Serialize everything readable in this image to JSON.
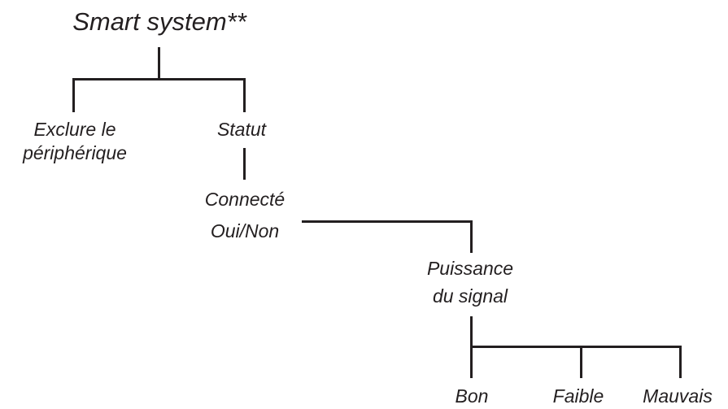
{
  "root": {
    "label": "Smart system**"
  },
  "level1": {
    "exclude": {
      "line1": "Exclure le",
      "line2": "périphérique"
    },
    "status": {
      "label": "Statut"
    }
  },
  "level2": {
    "connected": {
      "line1": "Connecté",
      "line2": "Oui/Non"
    }
  },
  "level3": {
    "signal": {
      "line1": "Puissance",
      "line2": "du signal"
    }
  },
  "level4": {
    "good": {
      "label": "Bon"
    },
    "weak": {
      "label": "Faible"
    },
    "bad": {
      "label": "Mauvais"
    }
  }
}
